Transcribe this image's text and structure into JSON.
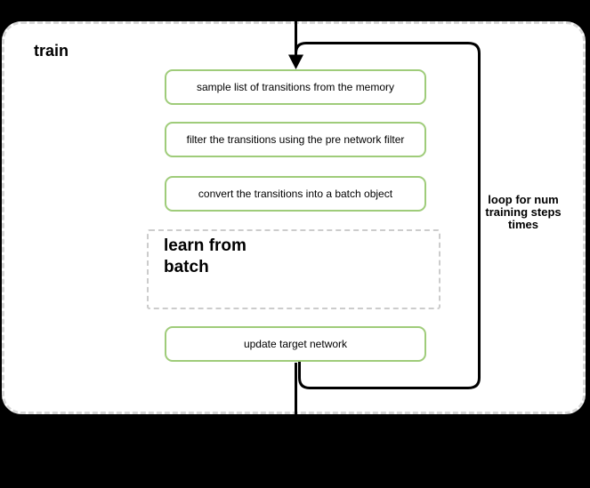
{
  "diagram": {
    "container_label": "train",
    "steps": [
      "sample list of transitions from the memory",
      "filter the transitions using the pre network filter",
      "convert the transitions into a batch object"
    ],
    "subprocess": {
      "line1": "learn from",
      "line2": "batch"
    },
    "final_step": "update target network",
    "loop_annotation": {
      "line1": "loop for num",
      "line2": "training steps",
      "line3": "times"
    },
    "colors": {
      "background": "#000000",
      "container_fill": "#ffffff",
      "container_dash": "#d8d8d8",
      "step_border_green": "#9fcc7a",
      "subprocess_dash": "#cccccc",
      "connector": "#000000",
      "text": "#000000"
    }
  }
}
